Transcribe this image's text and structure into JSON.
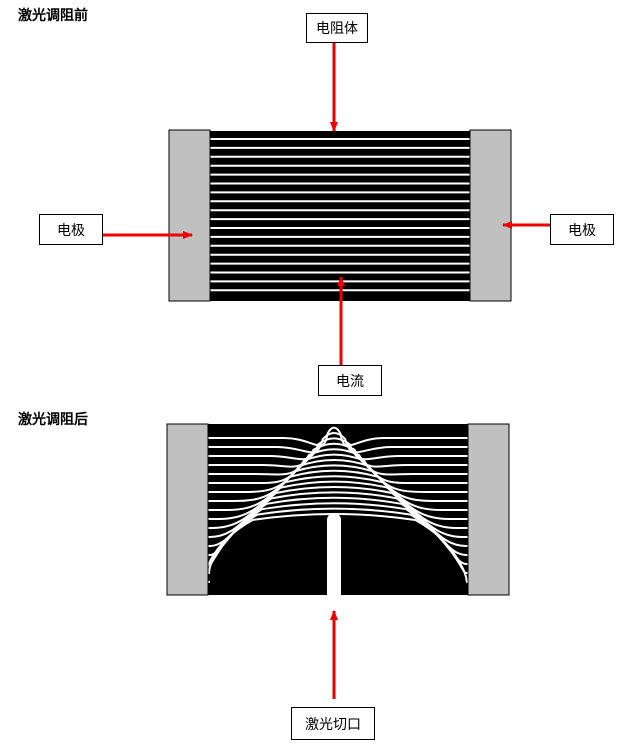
{
  "before": {
    "heading": "激光调阻前"
  },
  "after": {
    "heading": "激光调阻后"
  },
  "labels": {
    "resistor_body": "电阻体",
    "electrode_left": "电极",
    "electrode_right": "电极",
    "current": "电流",
    "laser_cut": "激光切口"
  },
  "colors": {
    "arrow": "#ee0000",
    "electrode": "#c0c0c0",
    "resistor": "#000000",
    "current_lines": "#ffffff"
  }
}
